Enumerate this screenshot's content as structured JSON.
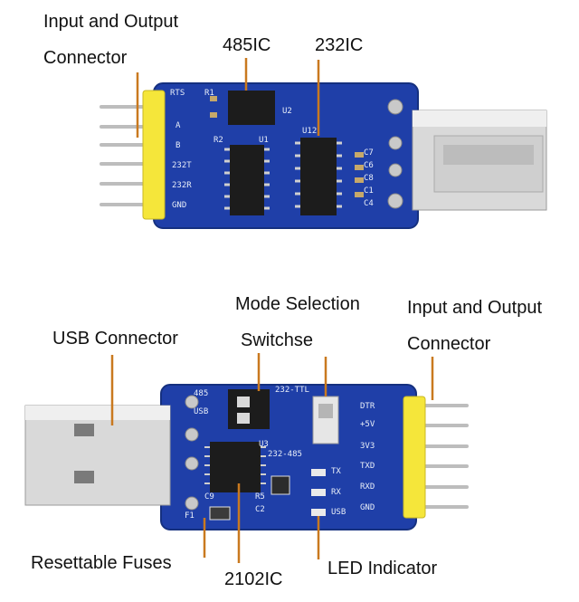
{
  "top_board": {
    "callouts": {
      "io_line1": "Input and Output",
      "io_line2": "Connector",
      "ic485": "485IC",
      "ic232": "232IC"
    },
    "silk": {
      "pins": [
        "RTS",
        "A",
        "B",
        "232T",
        "232R",
        "GND"
      ],
      "refs": [
        "R1",
        "R2",
        "U2",
        "U1",
        "U12",
        "C7",
        "C6",
        "C8",
        "C1",
        "C4"
      ]
    }
  },
  "bottom_board": {
    "callouts": {
      "mode_line1": "Mode Selection",
      "mode_line2": "Switchse",
      "io_line1": "Input and Output",
      "io_line2": "Connector",
      "usb": "USB Connector",
      "fuses": "Resettable Fuses",
      "ic2102": "2102IC",
      "led": "LED Indicator"
    },
    "silk": {
      "pins": [
        "DTR",
        "+5V",
        "3V3",
        "TXD",
        "RXD",
        "GND"
      ],
      "switch": [
        "485",
        "USB",
        "232-TTL",
        "232-485"
      ],
      "refs": [
        "U3",
        "C9",
        "F1",
        "R5",
        "C2"
      ],
      "leds": [
        "TX",
        "RX",
        "USB"
      ]
    }
  },
  "colors": {
    "pcb": "#1f3fa8",
    "header": "#f5e63a",
    "pin": "#c7c7c7",
    "chip": "#1c1c1c",
    "callout_line": "#c9791f"
  }
}
